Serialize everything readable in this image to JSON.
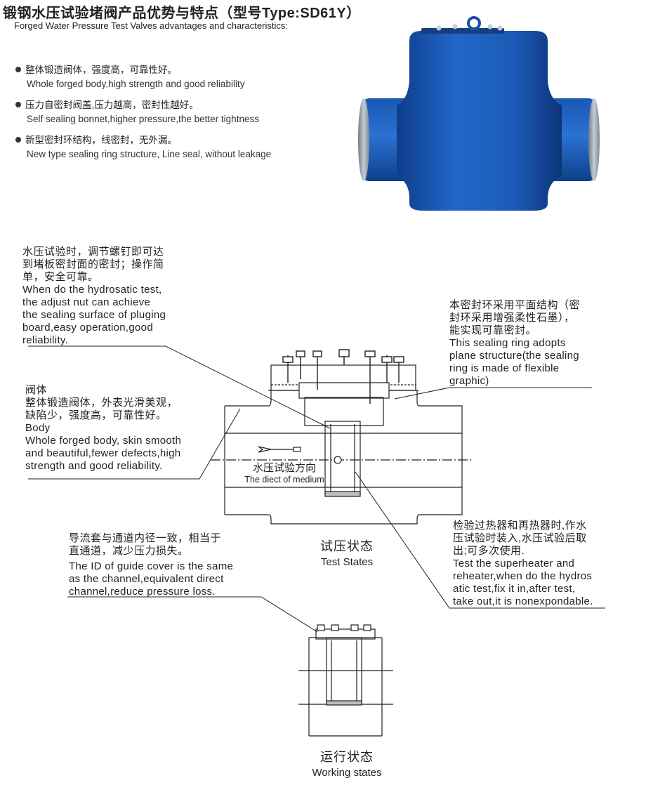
{
  "header": {
    "title": "锻钢水压试验堵阀产品优势与特点（型号Type:SD61Y）",
    "subtitle": "Forged Water Pressure Test Valves advantages and characteristics:"
  },
  "features": [
    {
      "cn": "整体锻造阀体，强度高，可靠性好。",
      "en": "Whole forged body,high strength and good reliability"
    },
    {
      "cn": "压力自密封阀盖,压力越高，密封性越好。",
      "en": "Self sealing bonnet,higher pressure,the better tightness"
    },
    {
      "cn": "新型密封环结构，线密封，无外漏。",
      "en": "New type sealing ring structure, Line seal, without leakage"
    }
  ],
  "notes": {
    "adjust": {
      "cn": [
        "水压试验时，调节螺钉即可达",
        "到堵板密封面的密封；操作简",
        "单，安全可靠。"
      ],
      "en": [
        "When do the hydrosatic test,",
        "the adjust nut can achieve",
        "the sealing surface of pluging",
        "board,easy operation,good",
        "reliability."
      ]
    },
    "body": {
      "cn": [
        "阀体",
        "整体锻造阀体，外表光滑美观，",
        "缺陷少，强度高，可靠性好。"
      ],
      "en": [
        "Body",
        "Whole forged body, skin smooth",
        "and beautiful,fewer defects,high",
        "strength and good reliability."
      ]
    },
    "guide": {
      "cn": [
        "导流套与通道内径一致，相当于",
        "直通道，减少压力损失。"
      ],
      "en": [
        "The ID of guide cover is the same",
        "as the channel,equivalent direct",
        "channel,reduce pressure loss."
      ]
    },
    "seal": {
      "cn": [
        "本密封环采用平面结构（密",
        "封环采用增强柔性石墨），",
        "能实现可靠密封。"
      ],
      "en": [
        "This sealing ring adopts",
        "plane structure(the sealing",
        "ring is made of flexible",
        "graphic)"
      ]
    },
    "heater": {
      "cn": [
        "检验过热器和再热器时,作水",
        "压试验时装入,水压试验后取",
        "出;可多次使用."
      ],
      "en": [
        "Test the superheater and",
        "reheater,when do the hydros",
        "atic test,fix it in,after test,",
        "take out,it is nonexpondable."
      ]
    }
  },
  "flow_label": {
    "cn": "水压试验方向",
    "en": "The diect of medium"
  },
  "captions": {
    "test": {
      "cn": "试压状态",
      "en": "Test States"
    },
    "working": {
      "cn": "运行状态",
      "en": "Working states"
    }
  },
  "colors": {
    "valve_blue": "#1c5fbf",
    "valve_dark": "#123f86",
    "line": "#231f20"
  }
}
